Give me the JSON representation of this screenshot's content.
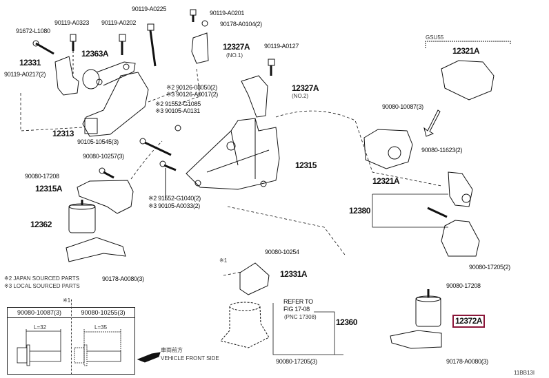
{
  "diagram": {
    "figure_id": "11BB13I",
    "labels": {
      "p91672_L1080": "91672-L1080",
      "p90119_A0323": "90119-A0323",
      "p90119_A0202": "90119-A0202",
      "p90119_A0225": "90119-A0225",
      "p90119_A0201": "90119-A0201",
      "p90178_A0104": "90178-A0104(2)",
      "p12327A_1": "12327A",
      "p12327A_1_sub": "(NO.1)",
      "p90119_A0127": "90119-A0127",
      "p12327A_2": "12327A",
      "p12327A_2_sub": "(NO.2)",
      "p12331": "12331",
      "p12363A": "12363A",
      "p90119_A0217": "90119-A0217(2)",
      "p90126_08050": "※2 90126-08050(2)",
      "p90126_A0017": "※3 90126-A0017(2)",
      "p91552_G1085": "※2 91552-G1085",
      "p90105_A0131": "※3 90105-A0131",
      "p12313": "12313",
      "p90105_10545": "90105-10545(3)",
      "p90080_10257": "90080-10257(3)",
      "p90080_17208_left": "90080-17208",
      "p12315A": "12315A",
      "p91552_G1040": "※2 91552-G1040(2)",
      "p90105_A0033": "※3 90105-A0033(2)",
      "p12315": "12315",
      "p12362": "12362",
      "p90178_A0080_left": "90178-A0080(3)",
      "note_japan": "※2 JAPAN SOURCED PARTS",
      "note_local": "※3 LOCAL SOURCED PARTS",
      "gsd_label": "GSU55",
      "p12321A_top": "12321A",
      "p90080_10087": "90080-10087(3)",
      "p90080_11623": "90080-11623(2)",
      "p12321A_mid": "12321A",
      "p12380": "12380",
      "p90080_17205_right": "90080-17205(2)",
      "p90080_10254": "90080-10254",
      "mark_1": "※1",
      "p12331A": "12331A",
      "refer_line1": "REFER TO",
      "refer_line2": "FIG 17-08",
      "refer_line3": "(PNC 17308)",
      "p12360": "12360",
      "p90080_17205_bottom": "90080-17205(3)",
      "p90080_17208_right": "90080-17208",
      "p12372A": "12372A",
      "p90178_A0080_right": "90178-A0080(3)",
      "vehicle_jp": "車両前方",
      "vehicle_en": "VEHICLE FRONT SIDE"
    },
    "table": {
      "mark": "※1",
      "columns": [
        {
          "part": "90080-10087(3)",
          "length": "L=32"
        },
        {
          "part": "90080-10255(3)",
          "length": "L=35"
        }
      ]
    },
    "highlight_color": "#8a1538"
  }
}
